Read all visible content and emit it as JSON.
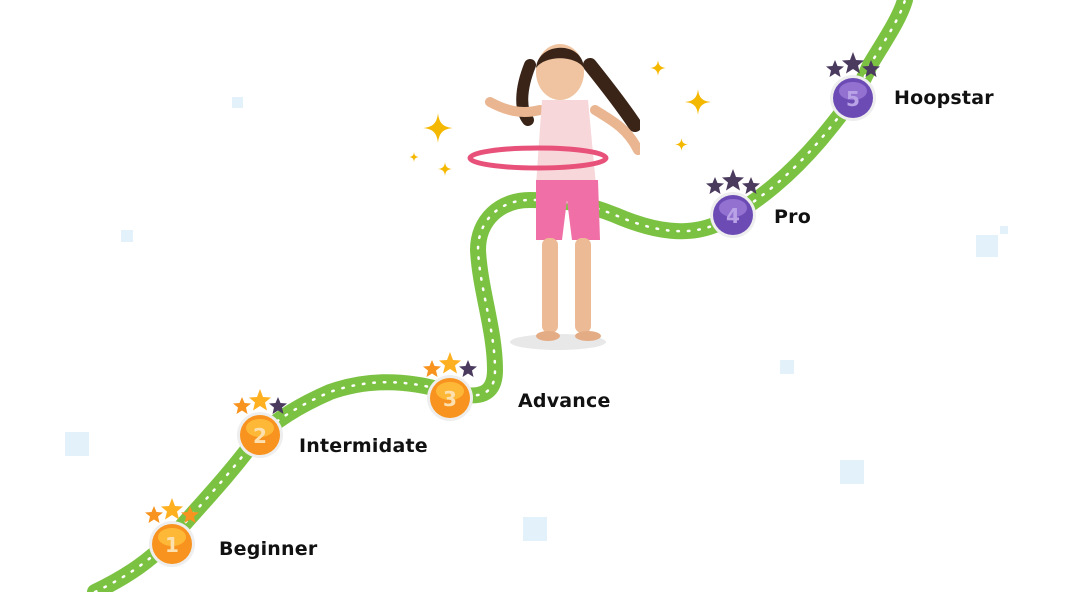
{
  "levels": [
    {
      "number": "1",
      "label": "Beginner",
      "state": "done"
    },
    {
      "number": "2",
      "label": "Intermidate",
      "state": "done"
    },
    {
      "number": "3",
      "label": "Advance",
      "state": "done"
    },
    {
      "number": "4",
      "label": "Pro",
      "state": "locked"
    },
    {
      "number": "5",
      "label": "Hoopstar",
      "state": "locked"
    }
  ],
  "colors": {
    "path": "#7cc242",
    "orange": "#f7931e",
    "orange_light": "#ffc23d",
    "purple": "#6d4bb5",
    "purple_light": "#9b7ad8",
    "star_dark": "#4a3a5e",
    "sparkle": "#f5b800",
    "hoop": "#e8527a",
    "square": "#e3f1fb"
  },
  "icons": [
    "level-badge-icon",
    "star-icon",
    "sparkle-icon"
  ]
}
